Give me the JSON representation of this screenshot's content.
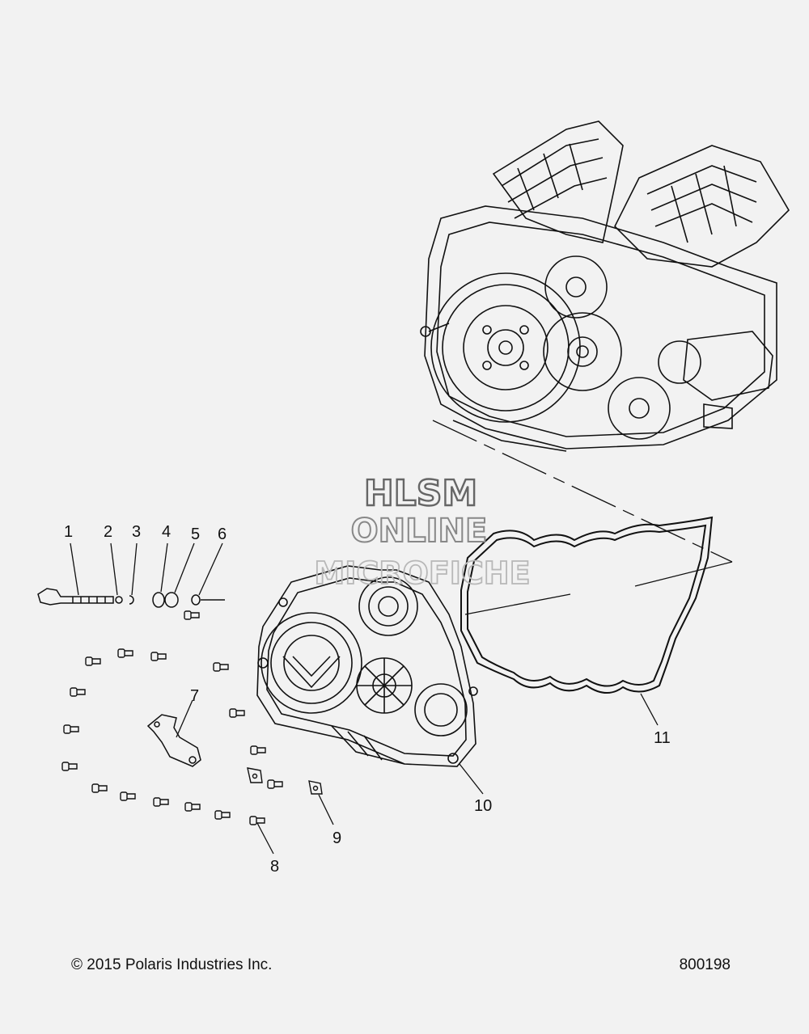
{
  "callouts": [
    {
      "id": "1",
      "label": "1"
    },
    {
      "id": "2",
      "label": "2"
    },
    {
      "id": "3",
      "label": "3"
    },
    {
      "id": "4",
      "label": "4"
    },
    {
      "id": "5",
      "label": "5"
    },
    {
      "id": "6",
      "label": "6"
    },
    {
      "id": "7",
      "label": "7"
    },
    {
      "id": "8",
      "label": "8"
    },
    {
      "id": "9",
      "label": "9"
    },
    {
      "id": "10",
      "label": "10"
    },
    {
      "id": "11",
      "label": "11"
    }
  ],
  "watermark": {
    "line1": "HLSM",
    "line2": "ONLINE",
    "line3": "MICROFICHE"
  },
  "footer": {
    "copyright": "© 2015 Polaris Industries Inc.",
    "drawing_number": "800198"
  }
}
